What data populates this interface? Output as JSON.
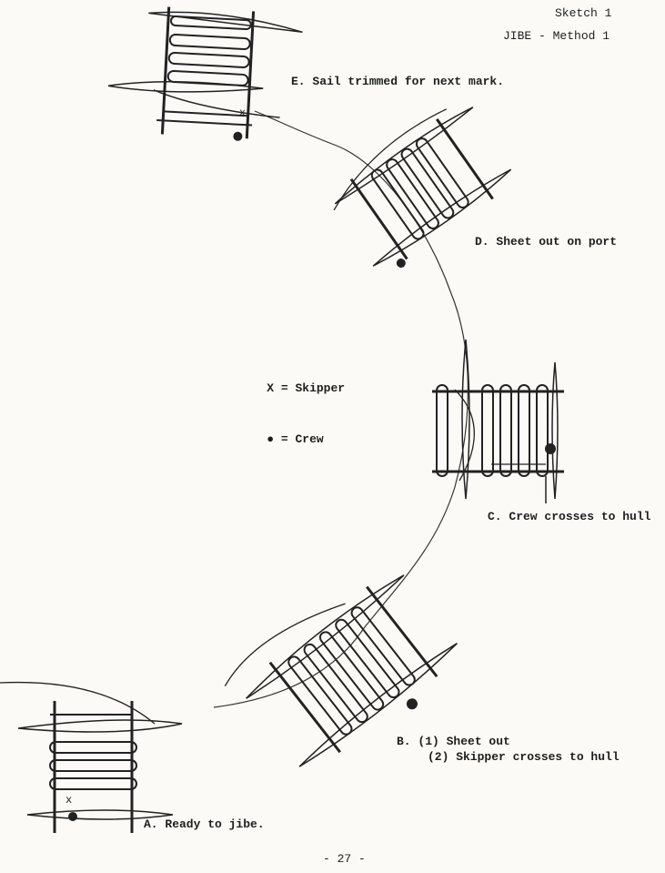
{
  "header": {
    "sketch": "Sketch 1",
    "subtitle": "JIBE - Method 1"
  },
  "legend": [
    {
      "symbol": "X",
      "sep": "=",
      "label": "Skipper"
    },
    {
      "symbol": "●",
      "sep": "=",
      "label": "Crew"
    }
  ],
  "steps": {
    "a": {
      "text": "A. Ready to jibe."
    },
    "b": {
      "line1": "B. (1) Sheet out",
      "line2": "(2) Skipper crosses to hull"
    },
    "c": {
      "text": "C. Crew crosses to hull"
    },
    "d": {
      "text": "D. Sheet out on port"
    },
    "e": {
      "text": "E. Sail trimmed for next mark."
    }
  },
  "page_number": "- 27 -"
}
